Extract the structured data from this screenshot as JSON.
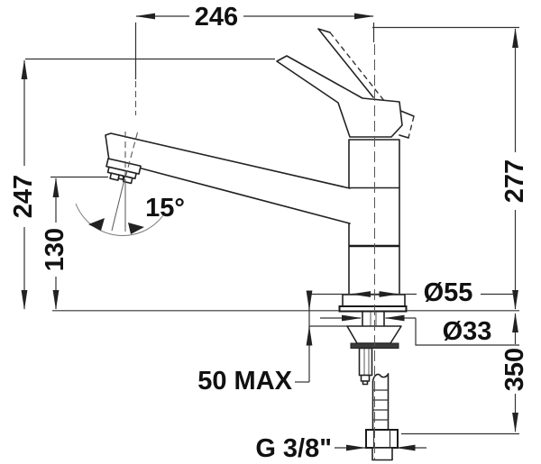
{
  "drawing": {
    "subject": "kitchen-mixer-tap-installation-diagram",
    "units": "mm",
    "labels": {
      "spout_reach": "246",
      "height_to_spout": "247",
      "overall_height": "277",
      "outlet_clearance": "130",
      "swivel_angle": "15°",
      "body_diameter": "Ø55",
      "shank_diameter": "Ø33",
      "max_deck_thickness": "50 MAX",
      "hose_length_below": "350",
      "thread_size": "G 3/8\""
    },
    "colors": {
      "background": "#ffffff",
      "outline": "#222222",
      "dimension": "#333333",
      "text": "#111111"
    }
  }
}
